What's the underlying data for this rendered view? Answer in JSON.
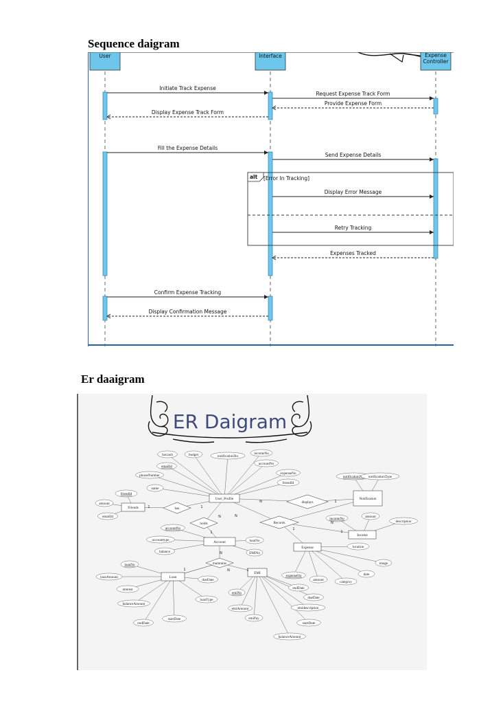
{
  "sequence": {
    "heading": "Sequence daigram",
    "participants": [
      "User",
      "Interface",
      "Expense\nController"
    ],
    "messages": [
      {
        "from": 0,
        "to": 1,
        "label": "Initiate Track Expense",
        "dashed": false
      },
      {
        "from": 1,
        "to": 2,
        "label": "Request Expense Track Form",
        "dashed": false
      },
      {
        "from": 2,
        "to": 1,
        "label": "Provide Expense Form",
        "dashed": true
      },
      {
        "from": 1,
        "to": 0,
        "label": "Display Expense Track Form",
        "dashed": true
      },
      {
        "from": 0,
        "to": 1,
        "label": "Fill the Expense Details",
        "dashed": false
      },
      {
        "from": 1,
        "to": 2,
        "label": "Send Expense Details",
        "dashed": false
      },
      {
        "from": 1,
        "to": 2,
        "label": "Display Error Message",
        "dashed": false
      },
      {
        "from": 1,
        "to": 2,
        "label": "Retry Tracking",
        "dashed": false
      },
      {
        "from": 2,
        "to": 1,
        "label": "Expenses Tracked",
        "dashed": true
      },
      {
        "from": 0,
        "to": 1,
        "label": "Confirm Expense Tracking",
        "dashed": false
      },
      {
        "from": 1,
        "to": 0,
        "label": "Display Confirmation Message",
        "dashed": true
      }
    ],
    "alt_fragment": {
      "keyword": "alt",
      "guard": "[Error In Tracking]"
    }
  },
  "er": {
    "heading": "Er daaigram",
    "banner_title": "ER Daigram",
    "entities": [
      "User_Profile",
      "Friends",
      "Account",
      "Notification",
      "Income",
      "Expense",
      "Loan",
      "EMI"
    ],
    "relationships": [
      "has",
      "displays",
      "holds",
      "Records",
      "maintains"
    ],
    "attributes": [
      {
        "label": "hotcash",
        "key": false
      },
      {
        "label": "budget",
        "key": false
      },
      {
        "label": "notificationNo",
        "key": false
      },
      {
        "label": "incomeNo",
        "key": false
      },
      {
        "label": "accountNo",
        "key": false
      },
      {
        "label": "emailId",
        "key": true
      },
      {
        "label": "phoneNumber",
        "key": false
      },
      {
        "label": "expenseNo",
        "key": false
      },
      {
        "label": "friendId",
        "key": false
      },
      {
        "label": "name",
        "key": false
      },
      {
        "label": "notificationNo",
        "key": true
      },
      {
        "label": "notificationType",
        "key": false
      },
      {
        "label": "friendId",
        "key": true
      },
      {
        "label": "amount",
        "key": false
      },
      {
        "label": "emailId",
        "key": false
      },
      {
        "label": "accountNo",
        "key": true
      },
      {
        "label": "accounttype",
        "key": false
      },
      {
        "label": "balance",
        "key": false
      },
      {
        "label": "loanNo",
        "key": false
      },
      {
        "label": "EMINo",
        "key": false
      },
      {
        "label": "incomeNo",
        "key": true
      },
      {
        "label": "amount",
        "key": false
      },
      {
        "label": "description",
        "key": false
      },
      {
        "label": "location",
        "key": false
      },
      {
        "label": "image",
        "key": false
      },
      {
        "label": "date",
        "key": false
      },
      {
        "label": "category",
        "key": false
      },
      {
        "label": "amount",
        "key": false
      },
      {
        "label": "expenseNo",
        "key": true
      },
      {
        "label": "loanNo",
        "key": true
      },
      {
        "label": "loanAmount",
        "key": false
      },
      {
        "label": "interest",
        "key": false
      },
      {
        "label": "balanceAmount",
        "key": false
      },
      {
        "label": "endDate",
        "key": false
      },
      {
        "label": "startDate",
        "key": false
      },
      {
        "label": "loanType",
        "key": false
      },
      {
        "label": "dueDate",
        "key": false
      },
      {
        "label": "endDate",
        "key": false
      },
      {
        "label": "emiNo",
        "key": true
      },
      {
        "label": "emiAmount",
        "key": false
      },
      {
        "label": "emiPay",
        "key": false
      },
      {
        "label": "balanceAmount",
        "key": false
      },
      {
        "label": "startDate",
        "key": false
      },
      {
        "label": "emidescription",
        "key": false
      },
      {
        "label": "dueDate",
        "key": false
      }
    ],
    "cardinalities": [
      "1",
      "1",
      "N",
      "1",
      "N",
      "1",
      "N",
      "1",
      "N",
      "1",
      "N",
      "1",
      "N",
      "1"
    ]
  },
  "colors": {
    "lifeline_bar": "#6ec6ea",
    "bar_border": "#2a7fae",
    "header_box": "#6ec6ea",
    "er_title": "#3d4a7a"
  }
}
